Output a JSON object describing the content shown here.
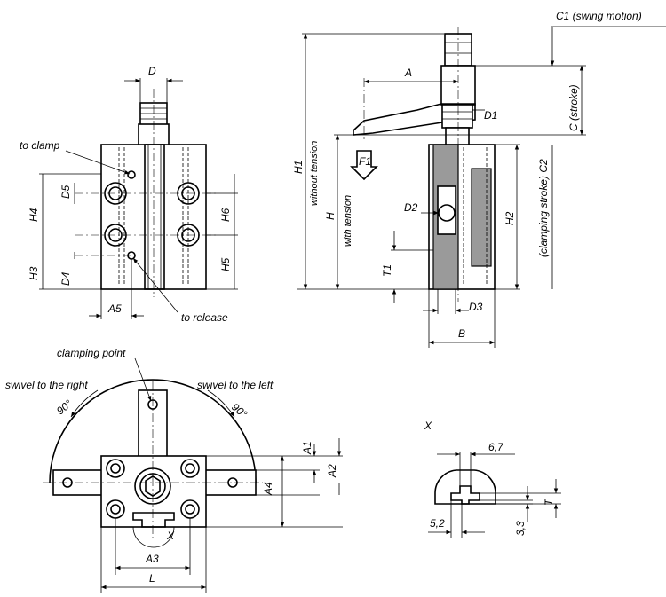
{
  "labels": {
    "d_top": "D",
    "to_clamp": "to clamp",
    "to_release": "to release",
    "h4": "H4",
    "h3": "H3",
    "d5": "D5",
    "d4": "D4",
    "a5": "A5",
    "h6": "H6",
    "h5": "H5",
    "c1": "C1 (swing motion)",
    "c_stroke": "C (stroke)",
    "a": "A",
    "d1": "D1",
    "f1": "F1",
    "h1": "H1",
    "without_tension": "without tension",
    "h": "H",
    "with_tension": "with tension",
    "d2": "D2",
    "t1": "T1",
    "d3": "D3",
    "h2": "H2",
    "c2": "(clamping stroke) C2",
    "b": "B",
    "clamping_point": "clamping point",
    "swivel_right": "swivel to the right",
    "swivel_left": "swivel to the left",
    "deg_right": "90°",
    "deg_left": "90°",
    "x_plan": "X",
    "a1": "A1",
    "a2": "A2",
    "a4": "A4",
    "a3": "A3",
    "l": "L",
    "x_detail": "X",
    "dim_67": "6,7",
    "t": "T",
    "dim_52": "5,2",
    "dim_33": "3,3"
  }
}
